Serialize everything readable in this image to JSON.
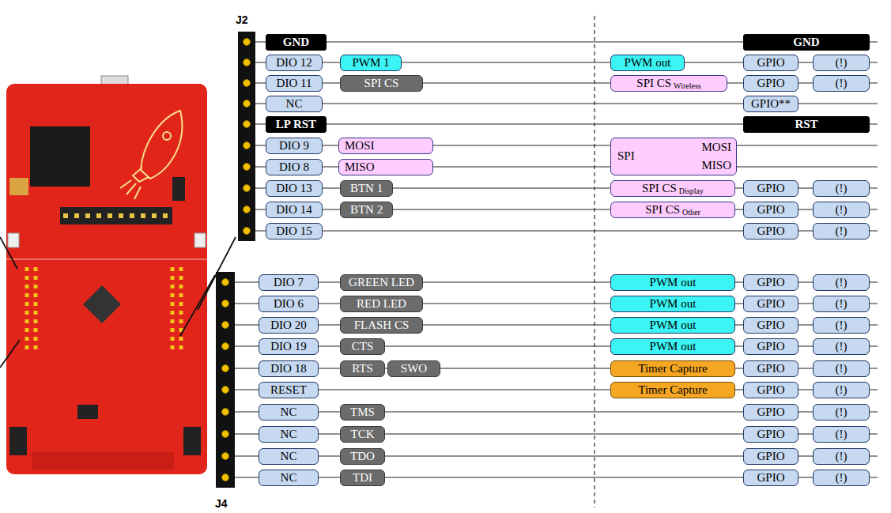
{
  "diagram": {
    "nodes": [
      {
        "text": [
          "GND"
        ]
      },
      {
        "text": [
          "GND"
        ]
      },
      {
        "text": [
          "DIO 12"
        ]
      },
      {
        "text": [
          "PWM 1"
        ]
      },
      {
        "text": [
          "PWM out"
        ]
      },
      {
        "text": [
          "GPIO"
        ]
      },
      {
        "text": [
          "(!)"
        ]
      },
      {
        "text": [
          "DIO 11"
        ]
      },
      {
        "text": [
          "SPI CS"
        ]
      },
      {
        "text": [
          "SPI CS",
          "Wireless"
        ]
      },
      {
        "text": [
          "GPIO"
        ]
      },
      {
        "text": [
          "(!)"
        ]
      },
      {
        "text": [
          "NC"
        ]
      },
      {
        "text": [
          "GPIO**"
        ]
      },
      {
        "text": [
          "LP RST"
        ]
      },
      {
        "text": [
          "RST"
        ]
      },
      {
        "text": [
          "DIO 9"
        ]
      },
      {
        "text": [
          "MOSI"
        ]
      },
      {
        "text": [
          "SPI",
          "MOSI",
          "MISO"
        ]
      },
      {
        "text": [
          "DIO 8"
        ]
      },
      {
        "text": [
          "MISO"
        ]
      },
      {
        "text": [
          "DIO 13"
        ]
      },
      {
        "text": [
          "BTN 1"
        ]
      },
      {
        "text": [
          "SPI CS",
          "Display"
        ]
      },
      {
        "text": [
          "GPIO"
        ]
      },
      {
        "text": [
          "(!)"
        ]
      },
      {
        "text": [
          "DIO 14"
        ]
      },
      {
        "text": [
          "BTN 2"
        ]
      },
      {
        "text": [
          "SPI CS",
          "Other"
        ]
      },
      {
        "text": [
          "GPIO"
        ]
      },
      {
        "text": [
          "(!)"
        ]
      },
      {
        "text": [
          "DIO 15"
        ]
      },
      {
        "text": [
          "GPIO"
        ]
      },
      {
        "text": [
          "(!)"
        ]
      },
      {
        "text": [
          "DIO 7"
        ]
      },
      {
        "text": [
          "GREEN LED"
        ]
      },
      {
        "text": [
          "PWM out"
        ]
      },
      {
        "text": [
          "GPIO"
        ]
      },
      {
        "text": [
          "(!)"
        ]
      },
      {
        "text": [
          "DIO 6"
        ]
      },
      {
        "text": [
          "RED LED"
        ]
      },
      {
        "text": [
          "PWM out"
        ]
      },
      {
        "text": [
          "GPIO"
        ]
      },
      {
        "text": [
          "(!)"
        ]
      },
      {
        "text": [
          "DIO 20"
        ]
      },
      {
        "text": [
          "FLASH CS"
        ]
      },
      {
        "text": [
          "PWM out"
        ]
      },
      {
        "text": [
          "GPIO"
        ]
      },
      {
        "text": [
          "(!)"
        ]
      },
      {
        "text": [
          "DIO 19"
        ]
      },
      {
        "text": [
          "CTS"
        ]
      },
      {
        "text": [
          "PWM out"
        ]
      },
      {
        "text": [
          "GPIO"
        ]
      },
      {
        "text": [
          "(!)"
        ]
      },
      {
        "text": [
          "DIO 18"
        ]
      },
      {
        "text": [
          "RTS"
        ]
      },
      {
        "text": [
          "SWO"
        ]
      },
      {
        "text": [
          "Timer Capture"
        ]
      },
      {
        "text": [
          "GPIO"
        ]
      },
      {
        "text": [
          "(!)"
        ]
      },
      {
        "text": [
          "RESET"
        ]
      },
      {
        "text": [
          "Timer Capture"
        ]
      },
      {
        "text": [
          "GPIO"
        ]
      },
      {
        "text": [
          "(!)"
        ]
      },
      {
        "text": [
          "NC"
        ]
      },
      {
        "text": [
          "TMS"
        ]
      },
      {
        "text": [
          "GPIO"
        ]
      },
      {
        "text": [
          "(!)"
        ]
      },
      {
        "text": [
          "NC"
        ]
      },
      {
        "text": [
          "TCK"
        ]
      },
      {
        "text": [
          "GPIO"
        ]
      },
      {
        "text": [
          "(!)"
        ]
      },
      {
        "text": [
          "NC"
        ]
      },
      {
        "text": [
          "TDO"
        ]
      },
      {
        "text": [
          "GPIO"
        ]
      },
      {
        "text": [
          "(!)"
        ]
      },
      {
        "text": [
          "NC"
        ]
      },
      {
        "text": [
          "TDI"
        ]
      },
      {
        "text": [
          "GPIO"
        ]
      },
      {
        "text": [
          "(!)"
        ]
      }
    ],
    "labels": [
      "J2",
      "J4"
    ]
  }
}
